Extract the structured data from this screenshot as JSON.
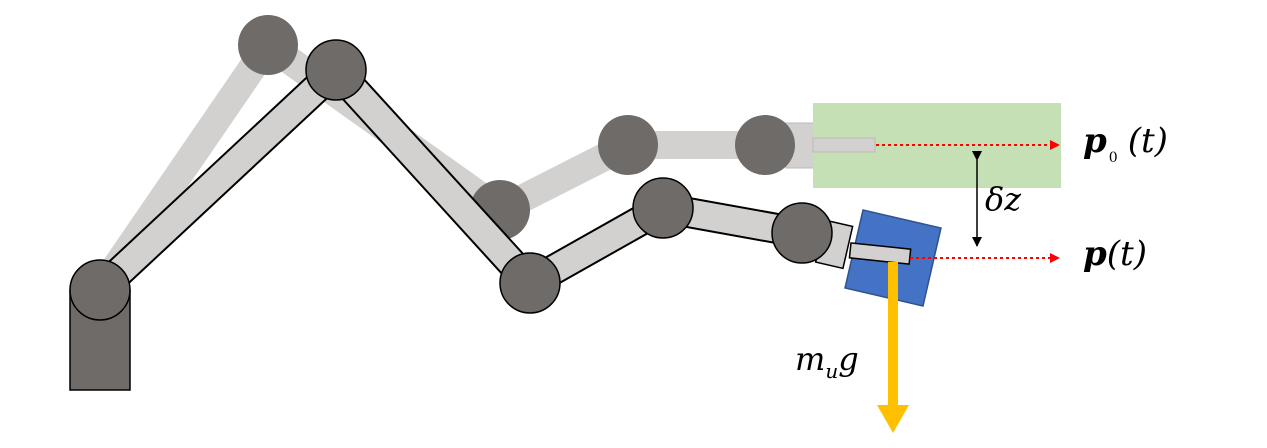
{
  "labels": {
    "p0_main": "p",
    "p0_sub": "0",
    "p0_arg": "(t)",
    "p_main": "p",
    "p_arg": "(t)",
    "dz": "δz",
    "mug_m": "m",
    "mug_u": "u",
    "mug_g": "g"
  },
  "colors": {
    "link_gray": "#d3d1d0",
    "link_outline_light": "#bdbbba",
    "joint": "#6f6b68",
    "base": "#6f6b68",
    "target_region": "#c5e0b4",
    "payload": "#4472c4",
    "payload_outline": "#2f528f",
    "gravity_arrow": "#ffc000",
    "trajectory_line": "#ff0000",
    "measure_arrow": "#000000"
  },
  "icons": [
    "robot-arm-reference-pose",
    "robot-arm-actual-pose",
    "payload-box",
    "gravity-arrow",
    "height-deviation-arrow"
  ]
}
